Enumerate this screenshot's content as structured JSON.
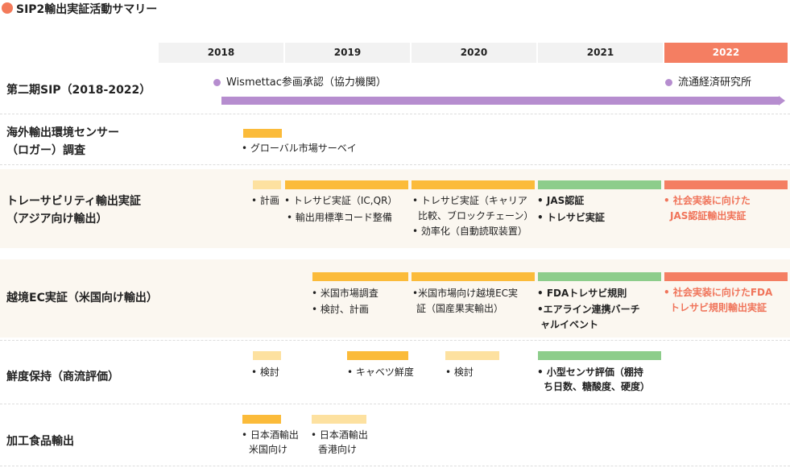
{
  "title": "SIP2輸出実証活動サマリー",
  "years": [
    "2018",
    "2019",
    "2020",
    "2021",
    "2022"
  ],
  "colors": {
    "accent": "#f47e62",
    "orange": "#fbbb3a",
    "light_orange": "#fde1a0",
    "green": "#8dcd8b",
    "purple": "#b68dcf"
  },
  "rows": {
    "sip": {
      "label": "第二期SIP（2018-2022）",
      "start_note": "Wismettac参画承認（協力機関）",
      "end_note": "流通経済研究所"
    },
    "logger": {
      "label_line1": "海外輸出環境センサー",
      "label_line2": "（ロガー）調査",
      "note": "• グローバル市場サーベイ"
    },
    "trace": {
      "label_line1": "トレーサビリティ輸出実証",
      "label_line2": "（アジア向け輸出）",
      "notes": {
        "plan": "• 計画",
        "y2019_1": "• トレサビ実証（IC,QR）",
        "y2019_2": "• 輸出用標準コード整備",
        "y2020_1": "• トレサビ実証（キャリア",
        "y2020_2": "比較、ブロックチェーン）",
        "y2020_3": "• 効率化（自動読取装置）",
        "y2021_1": "• JAS認証",
        "y2021_2": "• トレサビ実証",
        "y2022_1": "• 社会実装に向けた",
        "y2022_2": "JAS認証輸出実証"
      }
    },
    "ec": {
      "label": "越境EC実証（米国向け輸出）",
      "notes": {
        "y2019_1": "• 米国市場調査",
        "y2019_2": "• 検討、計画",
        "y2020_1": "•米国市場向け越境EC実",
        "y2020_2": "証（国産果実輸出）",
        "y2021_1": "• FDAトレサビ規則",
        "y2021_2": "•エアライン連携バーチ",
        "y2021_3": "ャルイベント",
        "y2022_1": "• 社会実装に向けたFDA",
        "y2022_2": "トレサビ規則輸出実証"
      }
    },
    "fresh": {
      "label": "鮮度保持（商流評価）",
      "notes": {
        "a": "• 検討",
        "b": "• キャベツ鮮度",
        "c": "• 検討",
        "d1": "• 小型センサ評価（棚持",
        "d2": "ち日数、糖酸度、硬度）"
      }
    },
    "food": {
      "label": "加工食品輸出",
      "notes": {
        "a1": "• 日本酒輸出",
        "a2": "米国向け",
        "b1": "• 日本酒輸出",
        "b2": "香港向け"
      }
    }
  }
}
